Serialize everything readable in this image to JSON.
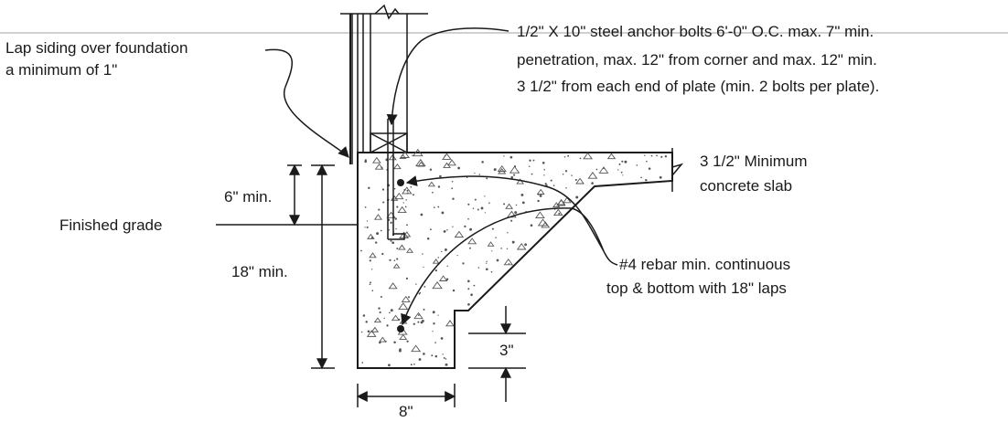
{
  "labels": {
    "lap_siding_line1": "Lap siding over foundation",
    "lap_siding_line2": "a minimum of 1\"",
    "anchor_line1": "1/2\" X 10\" steel anchor bolts 6'-0\" O.C. max. 7\" min.",
    "anchor_line2": "penetration, max. 12\" from corner and max. 12\" min.",
    "anchor_line3": "3 1/2\" from each end of plate (min. 2 bolts per plate).",
    "slab_line1": "3 1/2\" Minimum",
    "slab_line2": "concrete slab",
    "six_min": "6\" min.",
    "finished_grade": "Finished grade",
    "eighteen_min": "18\" min.",
    "rebar_line1": "#4 rebar min. continuous",
    "rebar_line2": "top & bottom with 18\" laps",
    "three_in": "3\"",
    "eight_in": "8\""
  },
  "colors": {
    "ink": "#1a1a1a",
    "paper": "#ffffff",
    "concrete_speckle": "#555555"
  }
}
